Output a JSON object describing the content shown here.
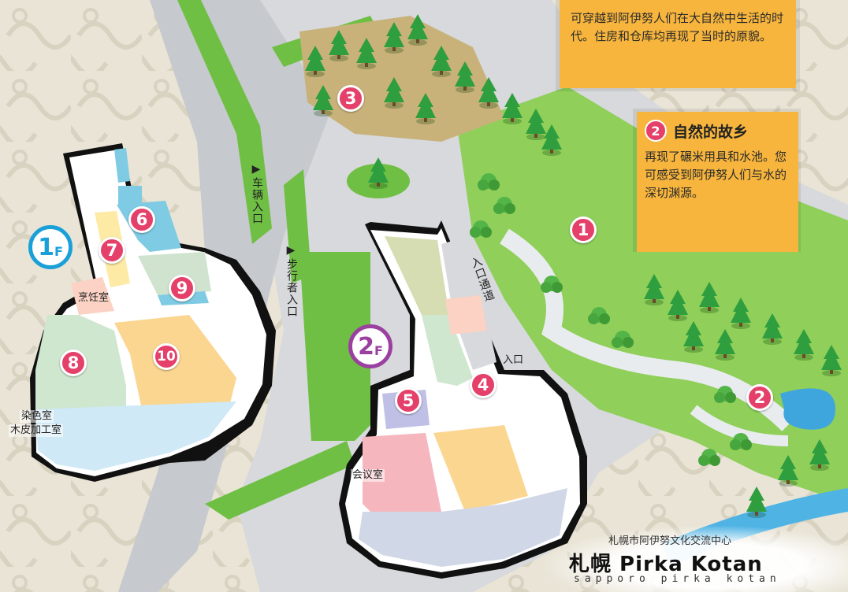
{
  "floors": {
    "first": {
      "num": "1",
      "unit": "F"
    },
    "second": {
      "num": "2",
      "unit": "F"
    }
  },
  "pins": [
    "1",
    "2",
    "3",
    "4",
    "5",
    "6",
    "7",
    "8",
    "9",
    "10"
  ],
  "rooms": {
    "cooking": "烹饪室",
    "dye_line1": "染色室",
    "dye_line2": "木皮加工室",
    "meeting": "会议室",
    "entrance": "入口"
  },
  "roads": {
    "vehicle": "车辆入口",
    "pedestrian": "步行者入口",
    "entrance_passage": "入口通道",
    "arrow": "▶"
  },
  "panels": {
    "top": {
      "text": "可穿越到阿伊努人们在大自然中生活的时代。住房和仓库均再现了当时的原貌。"
    },
    "two": {
      "num": "2",
      "title": "自然的故乡",
      "text": "再现了碾米用具和水池。您可感受到阿伊努人们与水的深切渊源。"
    }
  },
  "logo": {
    "subtitle": "札幌市阿伊努文化交流中心",
    "title": "札幌 Pirka Kotan",
    "romaji": "sapporo pirka kotan"
  },
  "colors": {
    "pin": "#e4406a",
    "floor1": "#1aa0d8",
    "floor2": "#9b3fa0",
    "panel": "#f7b53d",
    "grass": "#7cc34a"
  }
}
